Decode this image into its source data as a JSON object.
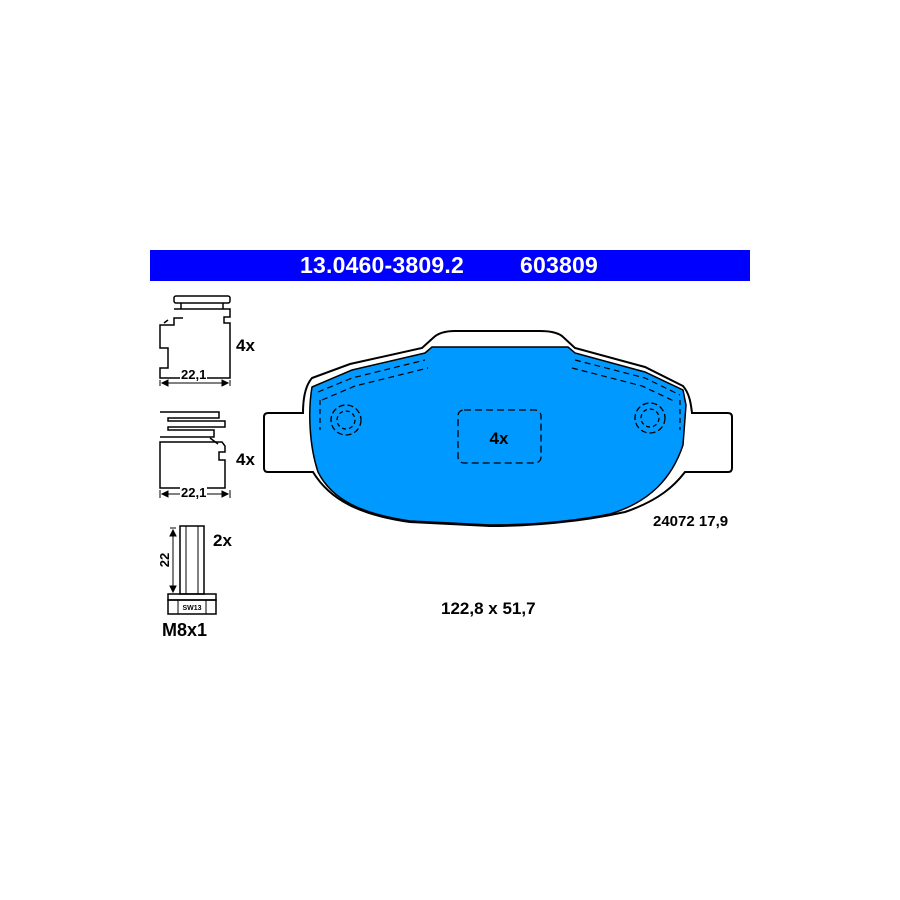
{
  "header": {
    "part_number": "13.0460-3809.2",
    "code": "603809",
    "background_color": "#0000ff",
    "text_color": "#ffffff"
  },
  "brake_pad": {
    "fill_color": "#0099ff",
    "center_label": "4x",
    "reference": "24072 17,9",
    "dimensions": "122,8 x 51,7"
  },
  "clip_1": {
    "quantity": "4x",
    "width_label": "22,1"
  },
  "clip_2": {
    "quantity": "4x",
    "width_label": "22,1"
  },
  "bolt": {
    "quantity": "2x",
    "length_label": "22",
    "wrench_label": "SW13",
    "thread_label": "M8x1"
  }
}
